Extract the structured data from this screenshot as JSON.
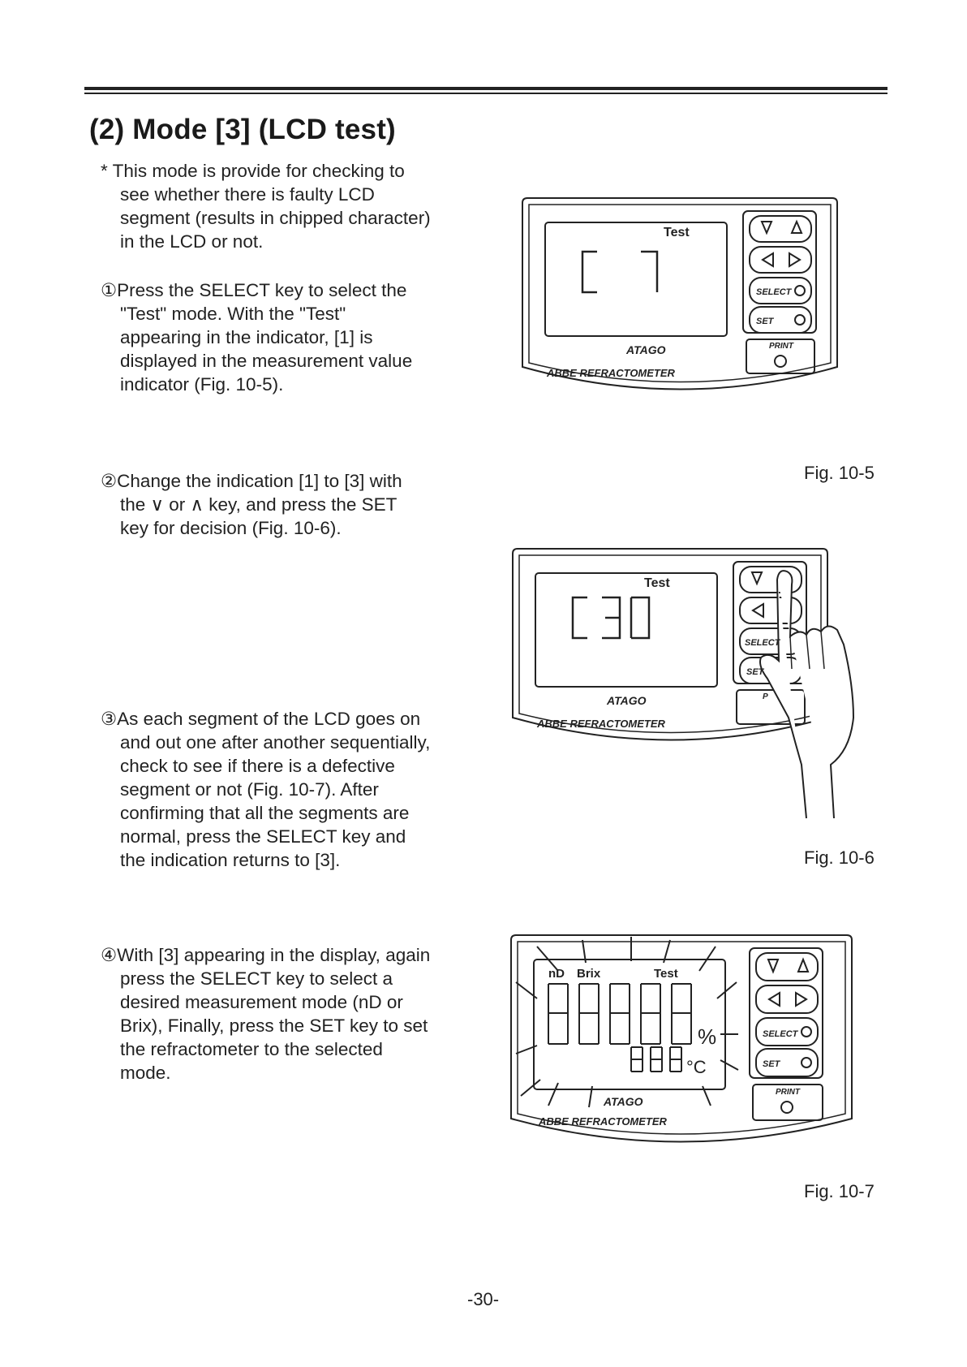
{
  "section_title": "(2) Mode [3] (LCD test)",
  "intro": {
    "lines": [
      "* This mode is provide for checking to",
      "see whether there is faulty LCD",
      "segment (results in chipped character)",
      "in the LCD or not."
    ]
  },
  "steps": [
    {
      "lines": [
        "①Press the SELECT key to select the",
        "\"Test\" mode. With the \"Test\"",
        "appearing in the indicator, [1] is",
        "displayed in the measurement value",
        "indicator (Fig. 10-5)."
      ]
    },
    {
      "lines": [
        "②Change the indication [1] to [3] with",
        "the ∨ or ∧  key, and press the SET",
        "key for decision (Fig. 10-6)."
      ]
    },
    {
      "lines": [
        "③As each segment of the LCD goes on",
        "and out one after another sequentially,",
        "check to see if there is a defective",
        "segment or not (Fig. 10-7). After",
        "confirming that all the segments are",
        "normal, press the SELECT key and",
        "the indication returns to [3]."
      ]
    },
    {
      "lines": [
        "④With [3] appearing in the display, again",
        "press the SELECT key to select a",
        "desired measurement mode (nD or",
        "Brix), Finally, press the SET key to set",
        "the refractometer to the selected",
        "mode."
      ]
    }
  ],
  "figures": {
    "fig1": {
      "caption": "Fig. 10-5",
      "display_label": "Test",
      "brand": "ATAGO",
      "model": "ABBE REFRACTOMETER",
      "key_select": "SELECT",
      "key_set": "SET",
      "key_print": "PRINT"
    },
    "fig2": {
      "caption": "Fig. 10-6",
      "display_label": "Test",
      "brand": "ATAGO",
      "model": "ABBE REFRACTOMETER",
      "key_select": "SELECT",
      "key_set": "SET",
      "key_print": "P"
    },
    "fig3": {
      "caption": "Fig. 10-7",
      "label_nd": "nD",
      "label_brix": "Brix",
      "display_label": "Test",
      "unit_percent": "%",
      "unit_celsius": "°C",
      "brand": "ATAGO",
      "model": "ABBE REFRACTOMETER",
      "key_select": "SELECT",
      "key_set": "SET",
      "key_print": "PRINT"
    }
  },
  "page_number": "-30-"
}
